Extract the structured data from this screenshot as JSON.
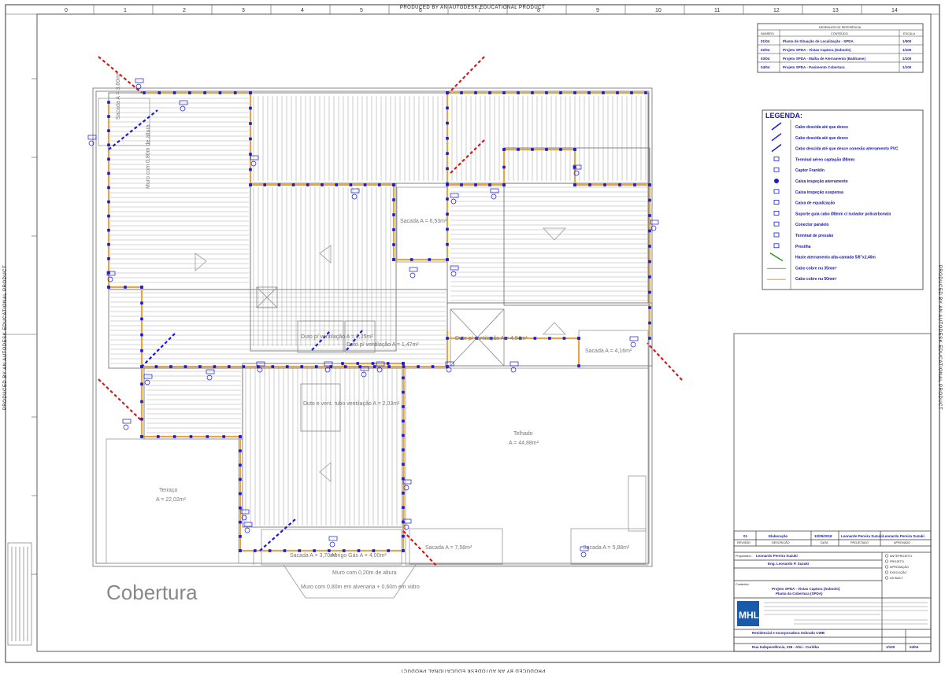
{
  "stamps": {
    "top": "PRODUCED BY AN AUTODESK EDUCATIONAL PRODUCT",
    "bottom": "PRODUCED BY AN AUTODESK EDUCATIONAL PRODUCT",
    "left": "PRODUCED BY AN AUTODESK EDUCATIONAL PRODUCT",
    "right": "PRODUCED BY AN AUTODESK EDUCATIONAL PRODUCT"
  },
  "grid_columns": [
    "0",
    "1",
    "2",
    "3",
    "4",
    "5",
    "6",
    "7",
    "8",
    "9",
    "10",
    "11",
    "12",
    "13",
    "14"
  ],
  "drawing_title": "Cobertura",
  "rooms": {
    "muro": "Muro com 0,80m de altura",
    "sacada_top_left": "Sacada A = 3,60m²",
    "sacada_center": "Sacada A = 6,53m²",
    "sacada_right": "Sacada A = 4,16m²",
    "duto1": "Duto p/ ventilação A = 2,25m²",
    "duto2": "Duto p/ ventilação A = 1,47m²",
    "duto3": "Duto p/ ventilação A = 4,94m²",
    "duto4": "Duto e vent. tubo ventilação A = 2,03m²",
    "telhado": "Telhado",
    "telhado_area": "A = 44,88m²",
    "terraco": "Terraço",
    "terraco_area": "A = 22,02m²",
    "sacada_bottom1": "Sacada A = 3,70m²",
    "abrigo_gas": "Abrigo Gás A = 4,00m²",
    "sacada_bottom2": "Sacada A = 7,58m²",
    "sacada_bottom3": "Sacada A = 5,88m²",
    "muro_bottom1": "Muro com 0,20m de altura",
    "muro_bottom2": "Muro com 0,80m em alvenaria + 0,60m em vidro"
  },
  "reference_table": {
    "title": "DESENHOS DE REFERÊNCIA",
    "headers": [
      "NÚMERO",
      "CONTEÚDO",
      "ESCALA"
    ],
    "rows": [
      [
        "01/04",
        "Planta de Situação de Localização - SPDA",
        "1/500"
      ],
      [
        "02/04",
        "Projeto SPDA - Vistas Captora (Subsolo)",
        "1/100"
      ],
      [
        "03/04",
        "Projeto SPDA - Malha de Aterramento (Baldrame)",
        "1/100"
      ],
      [
        "04/04",
        "Projeto SPDA - Pavimento Cobertura",
        "1/100"
      ]
    ]
  },
  "legend": {
    "title": "LEGENDA:",
    "items": [
      "Cabo descida até que desce",
      "Cabo descida até que desce",
      "Cabo descida até que desce conexão aterramento PVC",
      "Terminal aéreo captação Ø8mm",
      "Captor Franklin",
      "Caixa inspeção aterramento",
      "Caixa inspeção suspensa",
      "Caixa de equalização",
      "Suporte guia cabo Ø8mm c/ isolador policarbonato",
      "Conector paralelo",
      "Terminal de pressão",
      "Presilha",
      "Haste aterramento alta-camada 5/8\"x2,40m",
      "Cabo cobre nu 35mm²",
      "Cabo cobre nu 50mm²"
    ]
  },
  "title_block": {
    "revision_row": [
      "01",
      "Elaboração",
      "10/05/2018",
      "Leonardo Pereira Suzuki",
      "Leonardo Pereira Suzuki"
    ],
    "revision_headers": [
      "REVISÃO",
      "DESCRIÇÃO",
      "DATA",
      "PROJETADO",
      "APROVADO"
    ],
    "owner_label": "Proprietário:",
    "owner": "Leonardo Pereira Suzuki",
    "architect": "Eng. Leonardo P. Suzuki",
    "content_label": "Conteúdo:",
    "content_line1": "Projeto SPDA - Vistas Captora (Subsolo)",
    "content_line2": "Planta da Cobertura (SPDA)",
    "status_options": [
      "ANTEPROJETO",
      "PROJETO",
      "APROVAÇÃO",
      "EXECUÇÃO",
      "AS BUILT"
    ],
    "project_title": "Residencial e Incorporadora Sobrado CWB",
    "address": "Rua Independência, 235 - Ahú - Curitiba",
    "logo_text": "MHL",
    "sheet": "04/04",
    "scale": "1/100"
  }
}
